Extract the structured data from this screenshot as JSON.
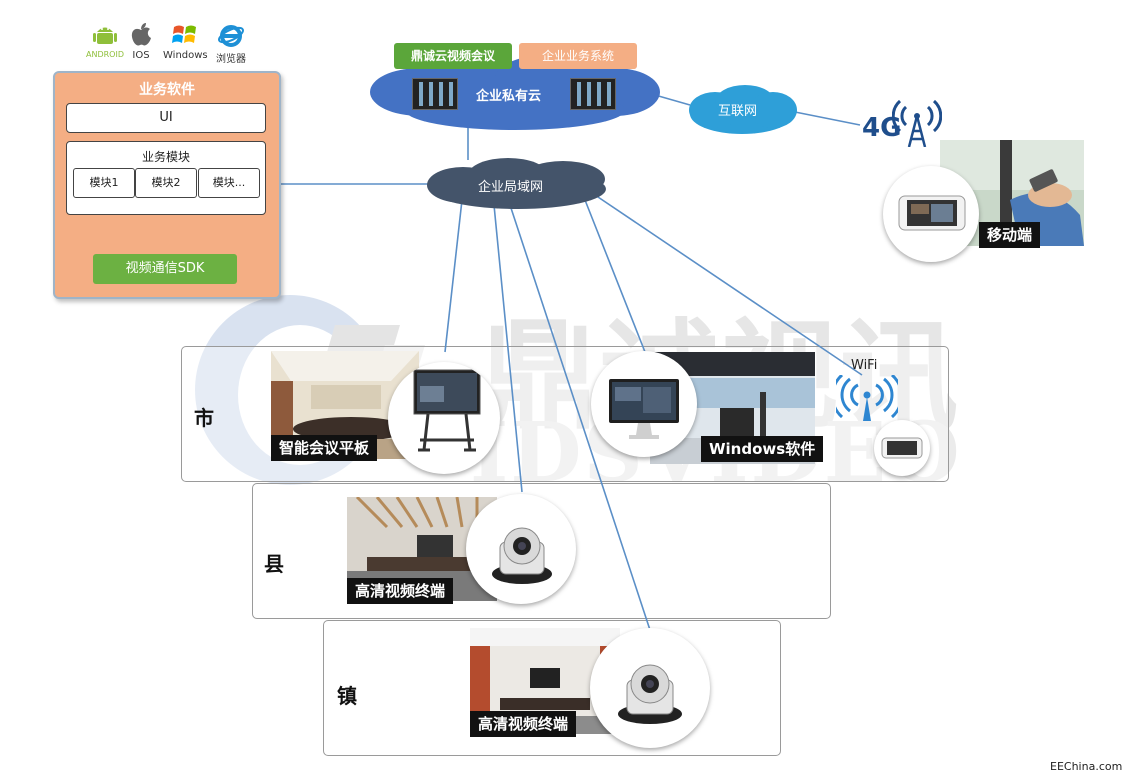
{
  "platforms": [
    "ANDROID",
    "IOS",
    "Windows",
    "浏览器"
  ],
  "software_panel": {
    "title": "业务软件",
    "ui": "UI",
    "module_title": "业务模块",
    "modules": [
      "模块1",
      "模块2",
      "模块..."
    ],
    "sdk": "视频通信SDK"
  },
  "private_cloud": {
    "tag_main": "鼎诚云视频会议",
    "tag_business": "企业业务系统",
    "label": "企业私有云"
  },
  "internet_cloud": "互联网",
  "lan_cloud": "企业局域网",
  "mobile": {
    "network": "4G",
    "caption": "移动端"
  },
  "tiers": {
    "city": "市",
    "county": "县",
    "town": "镇"
  },
  "captions": {
    "smart_panel": "智能会议平板",
    "windows_software": "Windows软件",
    "county_terminal": "高清视频终端",
    "town_terminal": "高清视频终端"
  },
  "wifi": "WiFi",
  "watermark": {
    "cn": "鼎诚视讯",
    "en": "IDSVIDEO"
  },
  "footer": "EEChina.com",
  "colors": {
    "cloud_blue": "#4472c4",
    "cloud_lan": "#44546a",
    "panel_orange": "#f4ae84",
    "sdk_green": "#6cb142",
    "line_blue": "#5b8fc7"
  }
}
